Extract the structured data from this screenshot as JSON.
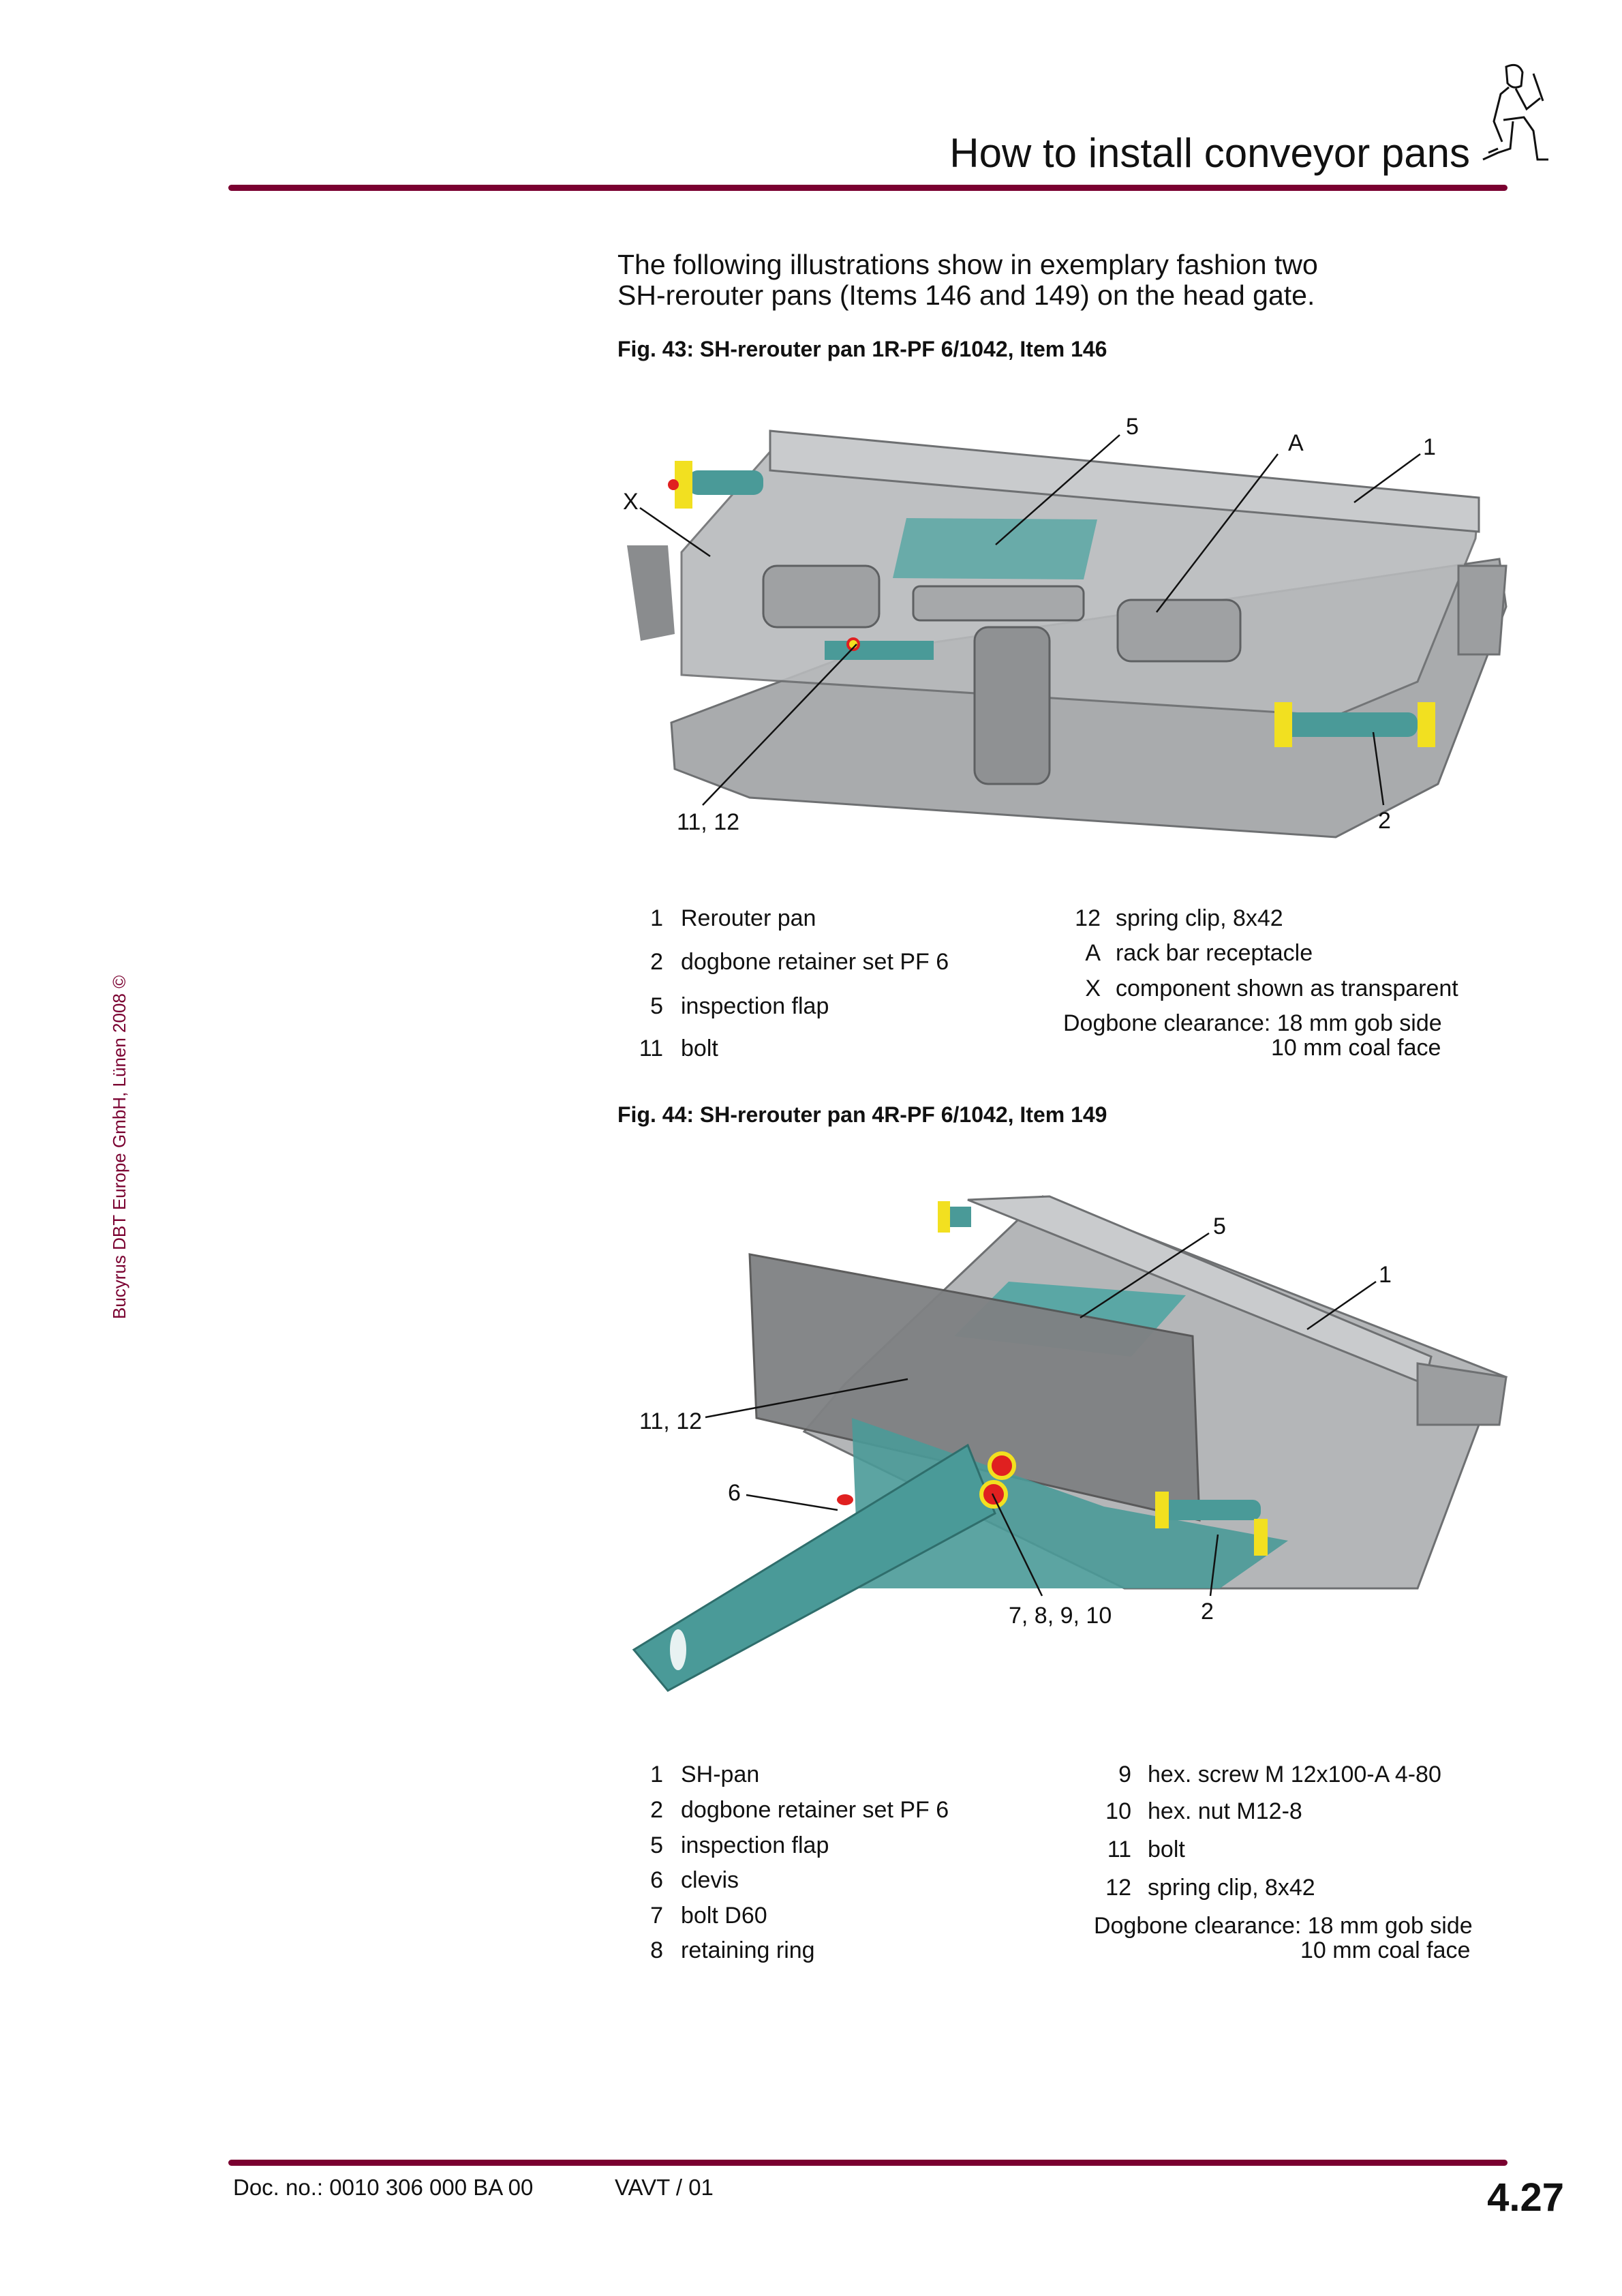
{
  "header": {
    "title": "How to install conveyor pans",
    "worker_icon": "kneeling-worker-icon"
  },
  "sidebar": {
    "copyright": "Bucyrus DBT Europe GmbH, Lünen 2008 ©"
  },
  "intro": [
    "The following illustrations show in exemplary fashion two",
    "SH-rerouter pans (Items 146 and 149) on the head gate."
  ],
  "fig43": {
    "caption": "Fig. 43:  SH-rerouter pan 1R-PF 6/1042, Item 146",
    "labels": {
      "l5": "5",
      "lA": "A",
      "l1": "1",
      "lX": "X",
      "l1112": "11, 12",
      "l2": "2"
    },
    "legend_left": [
      {
        "num": "1",
        "text": "Rerouter pan"
      },
      {
        "num": "2",
        "text": "dogbone retainer set PF 6"
      },
      {
        "num": "5",
        "text": "inspection flap"
      },
      {
        "num": "11",
        "text": "bolt"
      }
    ],
    "legend_right": [
      {
        "num": "12",
        "text": "spring clip, 8x42"
      },
      {
        "num": "A",
        "text": "rack bar receptacle"
      },
      {
        "num": "X",
        "text": "component shown as transparent"
      }
    ],
    "clearance_1": "Dogbone clearance: 18 mm gob side",
    "clearance_2": "10 mm coal face"
  },
  "fig44": {
    "caption": "Fig. 44:  SH-rerouter pan 4R-PF 6/1042, Item 149",
    "labels": {
      "l5": "5",
      "l1": "1",
      "l1112": "11, 12",
      "l6": "6",
      "l78910": "7, 8, 9, 10",
      "l2": "2"
    },
    "legend_left": [
      {
        "num": "1",
        "text": "SH-pan"
      },
      {
        "num": "2",
        "text": "dogbone retainer set PF 6"
      },
      {
        "num": "5",
        "text": "inspection flap"
      },
      {
        "num": "6",
        "text": "clevis"
      },
      {
        "num": "7",
        "text": "bolt D60"
      },
      {
        "num": "8",
        "text": "retaining ring"
      }
    ],
    "legend_right": [
      {
        "num": "9",
        "text": "hex. screw M 12x100-A 4-80"
      },
      {
        "num": "10",
        "text": "hex. nut M12-8"
      },
      {
        "num": "11",
        "text": "bolt"
      },
      {
        "num": "12",
        "text": "spring clip, 8x42"
      }
    ],
    "clearance_1": "Dogbone clearance: 18 mm gob side",
    "clearance_2": "10 mm coal face"
  },
  "footer": {
    "doc_no": "Doc. no.: 0010 306 000 BA 00",
    "version": "VAVT / 01",
    "page": "4.27"
  },
  "colors": {
    "accent": "#7a0030",
    "teal": "#4a9a98",
    "steel": "#a4a6a8",
    "yellow": "#f2e020",
    "red": "#e02020"
  }
}
